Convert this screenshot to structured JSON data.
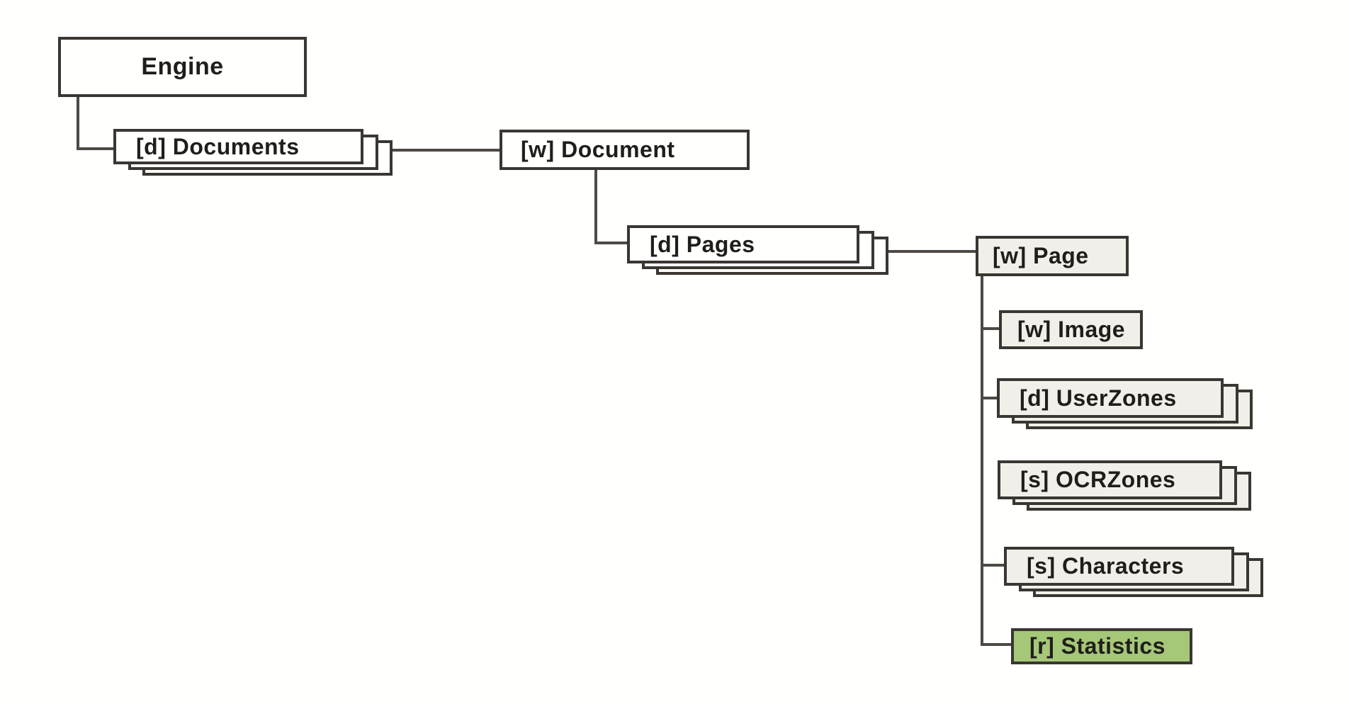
{
  "diagram": {
    "description": "Engine object model hierarchy diagram",
    "colors": {
      "background": "#fffffe",
      "border": "#3a3631",
      "connector": "#4d4943",
      "text": "#201e1b",
      "fill_plain": "#fffffe",
      "fill_light": "#f1efe9",
      "fill_highlight_green": "#a5c778"
    },
    "nodes": [
      {
        "id": "engine",
        "label": "Engine",
        "prefix": "",
        "name": "Engine",
        "kind": "single",
        "fill": "plain"
      },
      {
        "id": "documents",
        "label": "[d] Documents",
        "prefix": "[d]",
        "name": "Documents",
        "kind": "collection",
        "fill": "plain"
      },
      {
        "id": "document",
        "label": "[w] Document",
        "prefix": "[w]",
        "name": "Document",
        "kind": "single",
        "fill": "plain"
      },
      {
        "id": "pages",
        "label": "[d] Pages",
        "prefix": "[d]",
        "name": "Pages",
        "kind": "collection",
        "fill": "plain"
      },
      {
        "id": "page",
        "label": "[w] Page",
        "prefix": "[w]",
        "name": "Page",
        "kind": "single",
        "fill": "light"
      },
      {
        "id": "image",
        "label": "[w] Image",
        "prefix": "[w]",
        "name": "Image",
        "kind": "single",
        "fill": "light"
      },
      {
        "id": "userzones",
        "label": "[d] UserZones",
        "prefix": "[d]",
        "name": "UserZones",
        "kind": "collection",
        "fill": "light"
      },
      {
        "id": "ocrzones",
        "label": "[s] OCRZones",
        "prefix": "[s]",
        "name": "OCRZones",
        "kind": "collection",
        "fill": "light"
      },
      {
        "id": "characters",
        "label": "[s] Characters",
        "prefix": "[s]",
        "name": "Characters",
        "kind": "collection",
        "fill": "light"
      },
      {
        "id": "statistics",
        "label": "[r] Statistics",
        "prefix": "[r]",
        "name": "Statistics",
        "kind": "single",
        "fill": "green"
      }
    ],
    "edges": [
      {
        "from": "engine",
        "to": "documents"
      },
      {
        "from": "documents",
        "to": "document"
      },
      {
        "from": "document",
        "to": "pages"
      },
      {
        "from": "pages",
        "to": "page"
      },
      {
        "from": "page",
        "to": "image"
      },
      {
        "from": "page",
        "to": "userzones"
      },
      {
        "from": "page",
        "to": "ocrzones"
      },
      {
        "from": "page",
        "to": "characters"
      },
      {
        "from": "page",
        "to": "statistics"
      }
    ]
  }
}
